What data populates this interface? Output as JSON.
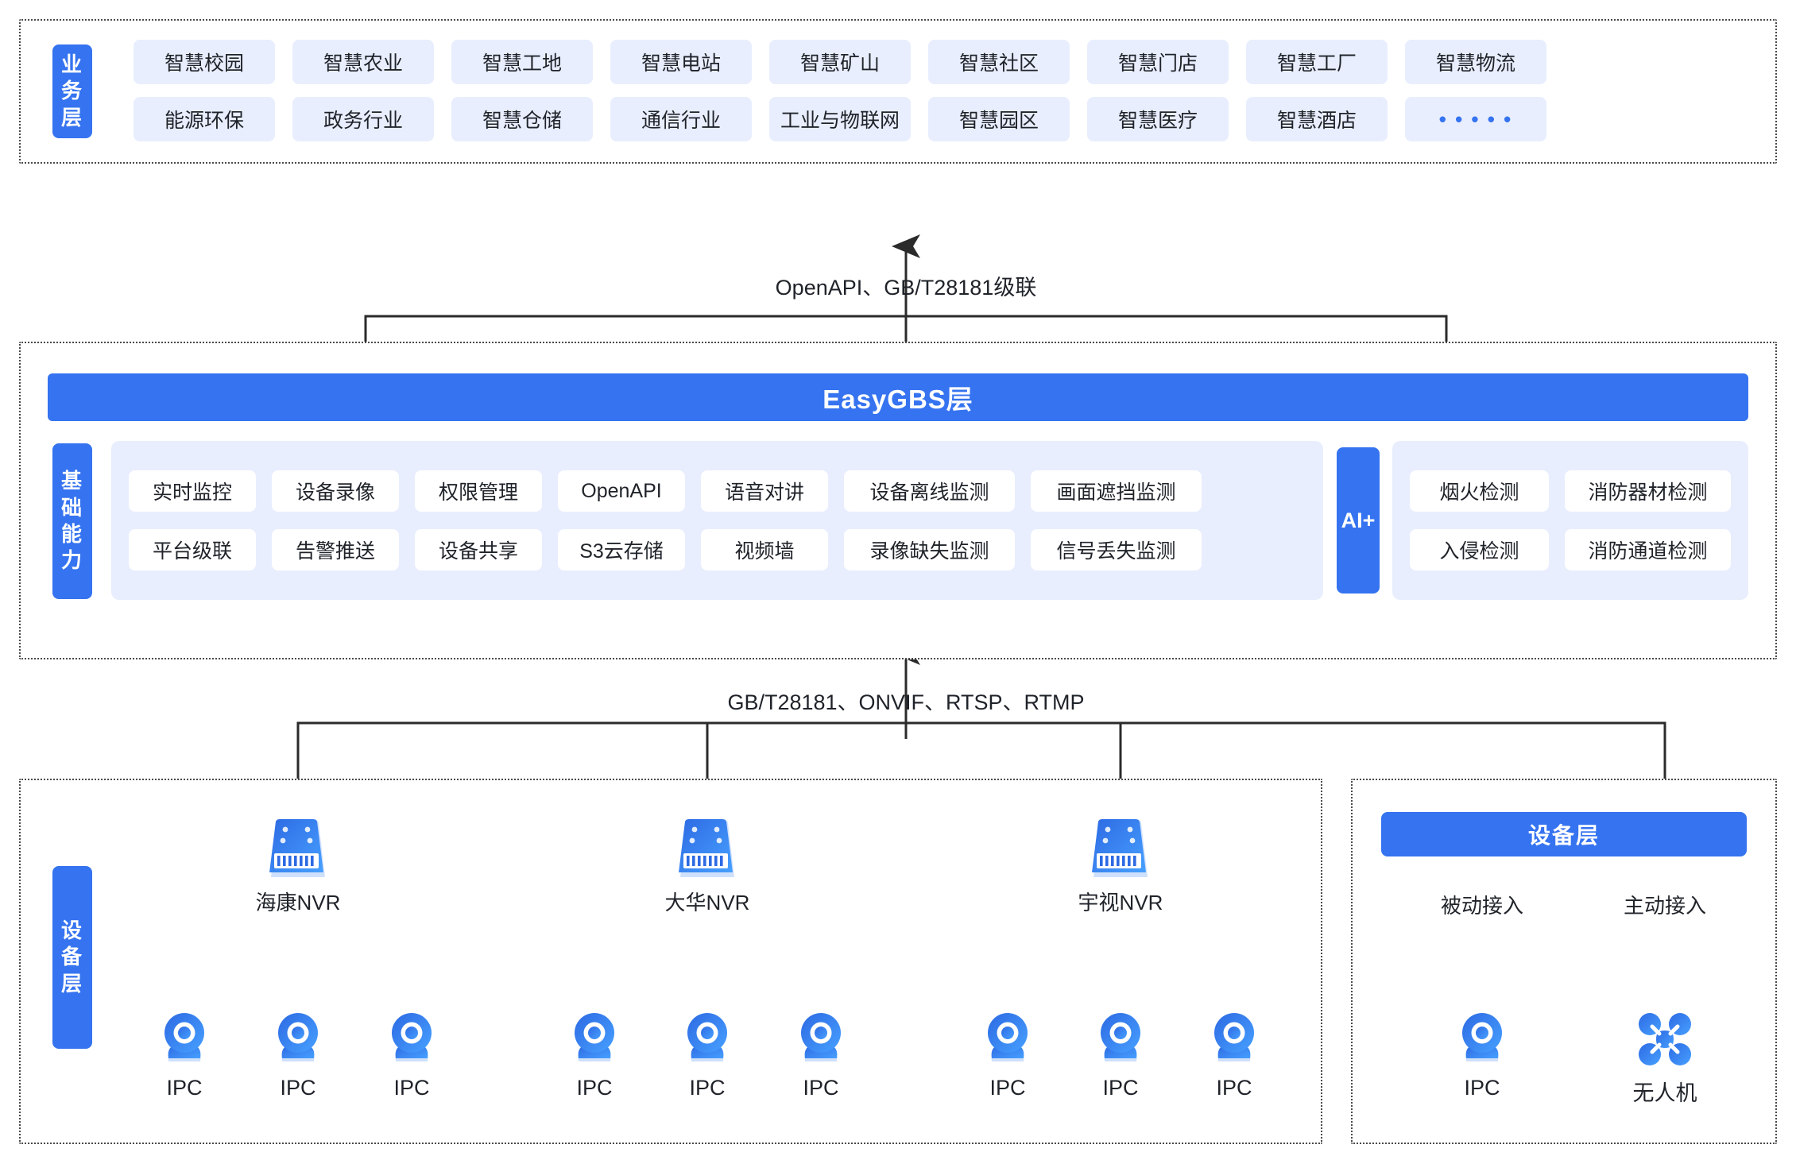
{
  "business_layer": {
    "tag": "业务层",
    "tag_chars": [
      "业",
      "务",
      "层"
    ],
    "row1": [
      "智慧校园",
      "智慧农业",
      "智慧工地",
      "智慧电站",
      "智慧矿山",
      "智慧社区",
      "智慧门店",
      "智慧工厂",
      "智慧物流"
    ],
    "row2": [
      "能源环保",
      "政务行业",
      "智慧仓储",
      "通信行业",
      "工业与物联网",
      "智慧园区",
      "智慧医疗",
      "智慧酒店",
      "• • • • •"
    ]
  },
  "connector_top": "OpenAPI、GB/T28181级联",
  "connector_bottom": "GB/T28181、ONVIF、RTSP、RTMP",
  "platform_layer": {
    "gbs_bar": "EasyGBS层",
    "tag": "基础能力",
    "tag_chars": [
      "基",
      "础",
      "能",
      "力"
    ],
    "capabilities_row1": [
      "实时监控",
      "设备录像",
      "权限管理",
      "OpenAPI",
      "语音对讲",
      "设备离线监测",
      "画面遮挡监测"
    ],
    "capabilities_row2": [
      "平台级联",
      "告警推送",
      "设备共享",
      "S3云存储",
      "视频墙",
      "录像缺失监测",
      "信号丢失监测"
    ],
    "ai_tag": "AI+",
    "ai_row1": [
      "烟火检测",
      "消防器材检测"
    ],
    "ai_row2": [
      "入侵检测",
      "消防通道检测"
    ]
  },
  "device_layer": {
    "tag": "设备层",
    "tag_chars": [
      "设",
      "备",
      "层"
    ],
    "nvr_groups": [
      {
        "nvr_label": "海康NVR",
        "children": [
          "IPC",
          "IPC",
          "IPC"
        ]
      },
      {
        "nvr_label": "大华NVR",
        "children": [
          "IPC",
          "IPC",
          "IPC"
        ]
      },
      {
        "nvr_label": "宇视NVR",
        "children": [
          "IPC",
          "IPC",
          "IPC"
        ]
      }
    ],
    "right_panel": {
      "bar_label": "设备层",
      "branches": [
        {
          "access": "被动接入",
          "device": "IPC",
          "icon": "camera-icon"
        },
        {
          "access": "主动接入",
          "device": "无人机",
          "icon": "drone-icon"
        }
      ]
    }
  },
  "colors": {
    "brand_blue": "#3573f0",
    "chip_bg": "#e8eefd",
    "line": "#2b2b2b",
    "text": "#1f2329"
  }
}
